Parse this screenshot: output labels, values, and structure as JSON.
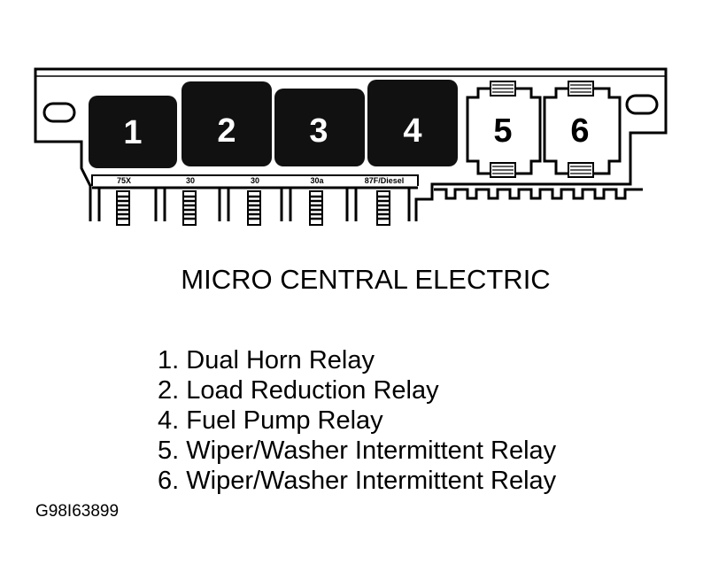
{
  "relays": [
    {
      "number": "1",
      "dark": true
    },
    {
      "number": "2",
      "dark": true
    },
    {
      "number": "3",
      "dark": true
    },
    {
      "number": "4",
      "dark": true
    },
    {
      "number": "5",
      "dark": false
    },
    {
      "number": "6",
      "dark": false
    }
  ],
  "terminals": [
    "75X",
    "30",
    "30",
    "30a",
    "87F/Diesel"
  ],
  "title": "MICRO CENTRAL ELECTRIC",
  "legend": [
    {
      "num": "1.",
      "text": "Dual Horn Relay"
    },
    {
      "num": "2.",
      "text": "Load Reduction Relay"
    },
    {
      "num": "4.",
      "text": "Fuel Pump Relay"
    },
    {
      "num": "5.",
      "text": "Wiper/Washer Intermittent Relay"
    },
    {
      "num": "6.",
      "text": "Wiper/Washer Intermittent Relay"
    }
  ],
  "figure_id": "G98I63899"
}
